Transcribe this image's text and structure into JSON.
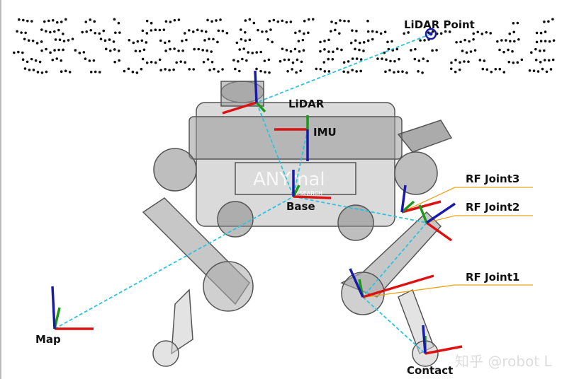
{
  "labels": {
    "lidar_point": "LiDAR Point",
    "lidar": "LiDAR",
    "imu": "IMU",
    "base": "Base",
    "rf_joint3": "RF Joint3",
    "rf_joint2": "RF Joint2",
    "rf_joint1": "RF Joint1",
    "map": "Map",
    "contact": "Contact"
  },
  "robot_logo": "ANYmal",
  "robot_logo_sub": "RESEARCH",
  "watermark": "知乎 @robot L",
  "colors": {
    "link": "#29c4e0",
    "x_axis": "#d11",
    "y_axis": "#1a9a1a",
    "z_axis": "#1a1aa8",
    "leader": "#e8a317"
  }
}
